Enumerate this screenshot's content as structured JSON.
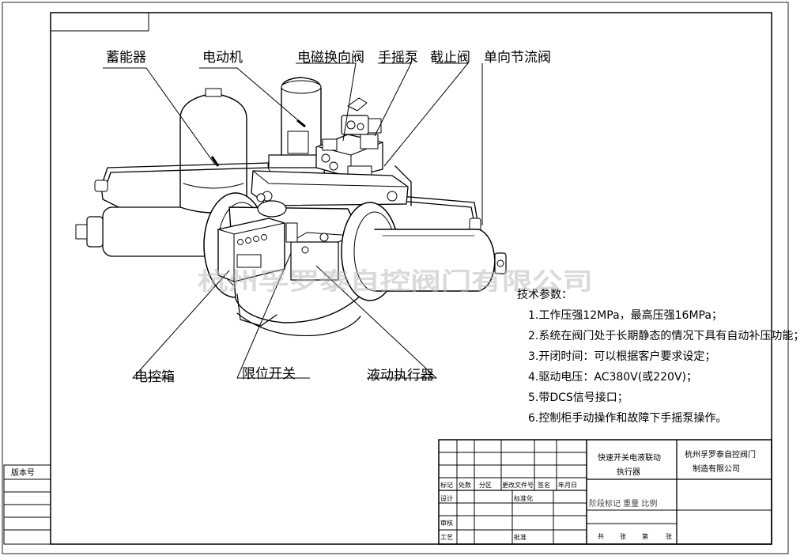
{
  "callouts": {
    "accumulator": "蓄能器",
    "motor": "电动机",
    "solenoid_valve": "电磁换向阀",
    "hand_pump": "手摇泵",
    "stop_valve": "截止阀",
    "throttle_valve": "单向节流阀",
    "control_box": "电控箱",
    "limit_switch": "限位开关",
    "actuator": "液动执行器"
  },
  "watermark": "杭州孚罗泰自控阀门有限公司",
  "specs": {
    "heading": "技术参数：",
    "items": [
      "1.工作压强12MPa，最高压强16MPa；",
      "2.系统在阀门处于长期静态的情况下具有自动补压功能；",
      "3.开闭时间：可以根据客户要求设定；",
      "4.驱动电压：AC380V(或220V)；",
      "5.带DCS信号接口；",
      "6.控制柜手动操作和故障下手摇泵操作。"
    ]
  },
  "title_block": {
    "drawing_title": [
      "快速开关电液联动",
      "执行器"
    ],
    "company": [
      "杭州孚罗泰自控阀门",
      "制造有限公司"
    ],
    "headers": [
      "标记",
      "处数",
      "分区",
      "更改文件号",
      "签名",
      "年月日"
    ],
    "roles": [
      "设计",
      "标准化",
      "审核",
      "工艺",
      "批准"
    ],
    "stage_row": "阶段标记  重量  比例",
    "sheet_row": [
      "共",
      "张",
      "第",
      "张"
    ],
    "version_label": "版本号"
  }
}
